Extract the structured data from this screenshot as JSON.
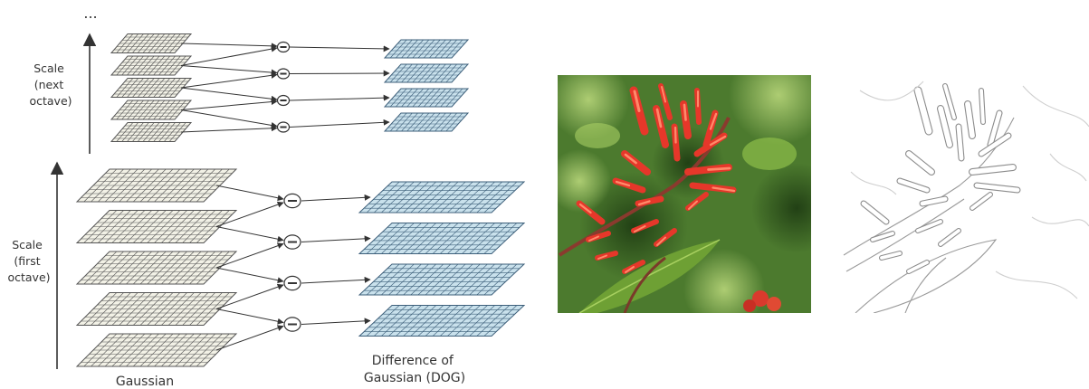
{
  "diagram": {
    "ellipsis": "...",
    "scale_next": [
      "Scale",
      "(next",
      "octave)"
    ],
    "scale_first": [
      "Scale",
      "(first",
      "octave)"
    ],
    "gaussian_label": "Gaussian",
    "dog_label": [
      "Difference of",
      "Gaussian (DOG)"
    ],
    "minus_symbol": "−",
    "colors": {
      "gaussian_grid": "#555555",
      "gaussian_fill": "#f2f1e6",
      "dog_grid": "#3d5f7a",
      "dog_fill": "#c9e1ec",
      "arrow": "#333333"
    }
  },
  "photos": {
    "original": {
      "icon": "red-flower-photo",
      "colors": {
        "background": "#4c7a2e",
        "petals": "#e6372a",
        "leaf": "#6ea034"
      }
    },
    "edges": {
      "icon": "edge-detected-flower",
      "colors": {
        "background": "#ffffff",
        "stroke": "#9a9a9a"
      }
    }
  }
}
